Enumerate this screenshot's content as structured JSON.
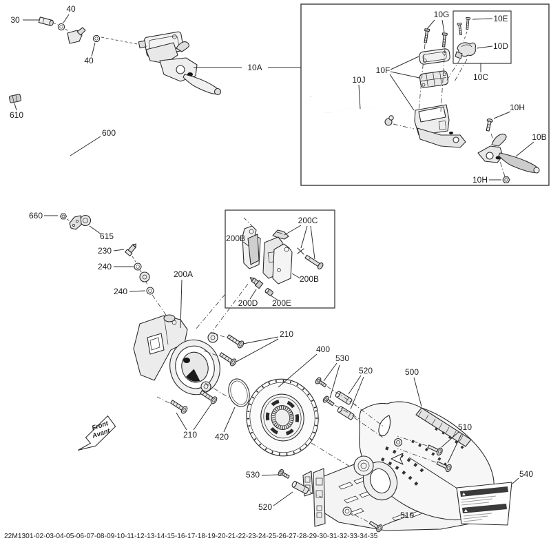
{
  "callouts": {
    "c30": "30",
    "c40_top": "40",
    "c40_mid": "40",
    "c610": "610",
    "c600": "600",
    "c10A": "10A",
    "c10G": "10G",
    "c10E": "10E",
    "c10D": "10D",
    "c10C": "10C",
    "c10F": "10F",
    "c10J": "10J",
    "c10H_top": "10H",
    "c10B": "10B",
    "c10H_bot": "10H",
    "c660": "660",
    "c615": "615",
    "c230": "230",
    "c240_a": "240",
    "c240_b": "240",
    "c200A": "200A",
    "c200B_l": "200B",
    "c200B_r": "200B",
    "c200C": "200C",
    "c200D": "200D",
    "c200E": "200E",
    "c210_t": "210",
    "c210_b": "210",
    "c420": "420",
    "c400": "400",
    "c530_t": "530",
    "c530_b": "530",
    "c520_t": "520",
    "c520_b": "520",
    "c500": "500",
    "c510_r": "510",
    "c510_b": "510",
    "c540": "540"
  },
  "front_arrow": {
    "line1": "Front",
    "line2": "Avant"
  },
  "footer": {
    "code": "22M1301-02-03-04-05-06-07-08-09-10-11-12-13-14-15-16-17-18-19-20-21-22-23-24-25-26-27-28-29-30-31-32-33-34-35"
  },
  "colors": {
    "ink": "#2b2b2b",
    "paper": "#ffffff"
  }
}
